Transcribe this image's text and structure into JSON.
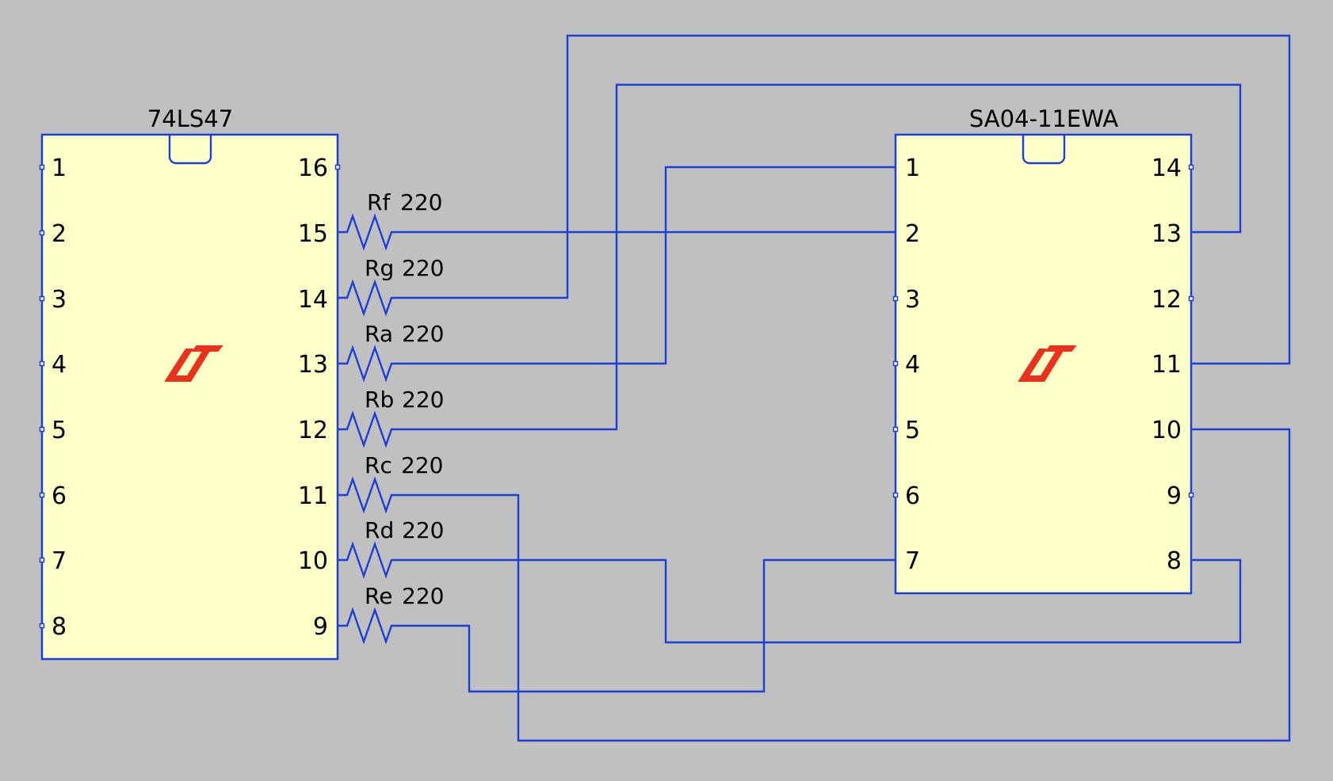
{
  "colors": {
    "background": "#c0c0c0",
    "chip_fill": "#ffffc8",
    "wire": "#1d3fd6",
    "logo": "#e8321e"
  },
  "chips": [
    {
      "id": "u1",
      "title": "74LS47",
      "logo_icon": "linear-technology-logo",
      "left_pins": [
        "1",
        "2",
        "3",
        "4",
        "5",
        "6",
        "7",
        "8"
      ],
      "right_pins": [
        "16",
        "15",
        "14",
        "13",
        "12",
        "11",
        "10",
        "9"
      ]
    },
    {
      "id": "u2",
      "title": "SA04-11EWA",
      "logo_icon": "linear-technology-logo",
      "left_pins": [
        "1",
        "2",
        "3",
        "4",
        "5",
        "6",
        "7"
      ],
      "right_pins": [
        "14",
        "13",
        "12",
        "11",
        "10",
        "9",
        "8"
      ]
    }
  ],
  "resistors": [
    {
      "name": "Rf",
      "value": "220"
    },
    {
      "name": "Rg",
      "value": "220"
    },
    {
      "name": "Ra",
      "value": "220"
    },
    {
      "name": "Rb",
      "value": "220"
    },
    {
      "name": "Rc",
      "value": "220"
    },
    {
      "name": "Rd",
      "value": "220"
    },
    {
      "name": "Re",
      "value": "220"
    }
  ]
}
